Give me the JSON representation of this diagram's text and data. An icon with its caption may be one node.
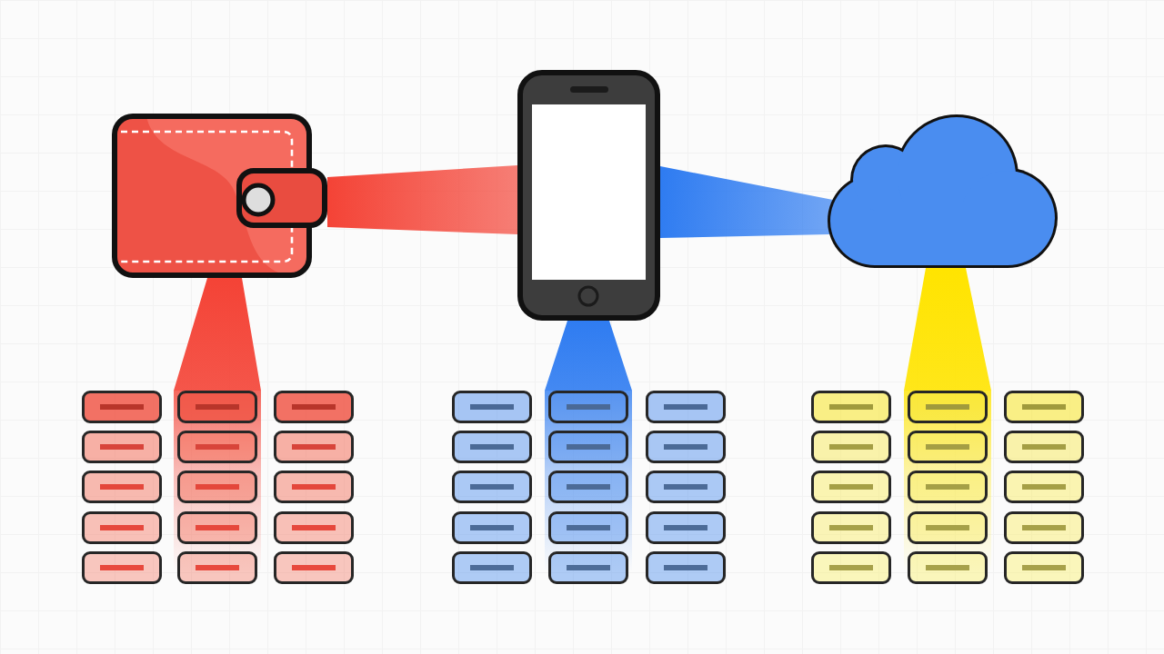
{
  "diagram": {
    "nodes": [
      {
        "text": [],
        "shape": "picture"
      },
      {
        "text": [],
        "shape": "picture"
      },
      {
        "text": [],
        "shape": "cloud"
      },
      {
        "text": [],
        "shape": "box"
      },
      {
        "text": [],
        "shape": "box"
      },
      {
        "text": [],
        "shape": "box"
      },
      {
        "text": [],
        "shape": "box"
      },
      {
        "text": [],
        "shape": "box"
      },
      {
        "text": [],
        "shape": "box"
      },
      {
        "text": [],
        "shape": "box"
      },
      {
        "text": [],
        "shape": "box"
      },
      {
        "text": [],
        "shape": "box"
      },
      {
        "text": [],
        "shape": "box"
      },
      {
        "text": [],
        "shape": "box"
      },
      {
        "text": [],
        "shape": "box"
      },
      {
        "text": [],
        "shape": "box"
      },
      {
        "text": [],
        "shape": "box"
      },
      {
        "text": [],
        "shape": "box"
      },
      {
        "text": [],
        "shape": "box"
      },
      {
        "text": [],
        "shape": "box"
      },
      {
        "text": [],
        "shape": "box"
      },
      {
        "text": [],
        "shape": "box"
      },
      {
        "text": [],
        "shape": "box"
      },
      {
        "text": [],
        "shape": "box"
      },
      {
        "text": [],
        "shape": "box"
      },
      {
        "text": [],
        "shape": "box"
      },
      {
        "text": [],
        "shape": "box"
      },
      {
        "text": [],
        "shape": "box"
      },
      {
        "text": [],
        "shape": "box"
      },
      {
        "text": [],
        "shape": "box"
      },
      {
        "text": [],
        "shape": "box"
      },
      {
        "text": [],
        "shape": "box"
      },
      {
        "text": [],
        "shape": "box"
      },
      {
        "text": [],
        "shape": "box"
      },
      {
        "text": [],
        "shape": "box"
      },
      {
        "text": [],
        "shape": "box"
      },
      {
        "text": [],
        "shape": "box"
      },
      {
        "text": [],
        "shape": "box"
      },
      {
        "text": [],
        "shape": "box"
      },
      {
        "text": [],
        "shape": "box"
      },
      {
        "text": [],
        "shape": "box"
      },
      {
        "text": [],
        "shape": "box"
      },
      {
        "text": [],
        "shape": "box"
      },
      {
        "text": [],
        "shape": "box"
      },
      {
        "text": [],
        "shape": "box"
      },
      {
        "text": [],
        "shape": "box"
      },
      {
        "text": [],
        "shape": "box"
      },
      {
        "text": [],
        "shape": "box"
      }
    ],
    "edges": [
      {
        "from": 0,
        "to": 1,
        "arrow": "none",
        "color": "#f44336"
      },
      {
        "from": 1,
        "to": 2,
        "arrow": "none",
        "color": "#2f7cf1"
      },
      {
        "from": 0,
        "to": 4,
        "arrow": "none",
        "color": "#f44336"
      },
      {
        "from": 1,
        "to": 19,
        "arrow": "none",
        "color": "#2f7cf1"
      },
      {
        "from": 2,
        "to": 34,
        "arrow": "none",
        "color": "#ffe400"
      }
    ]
  }
}
